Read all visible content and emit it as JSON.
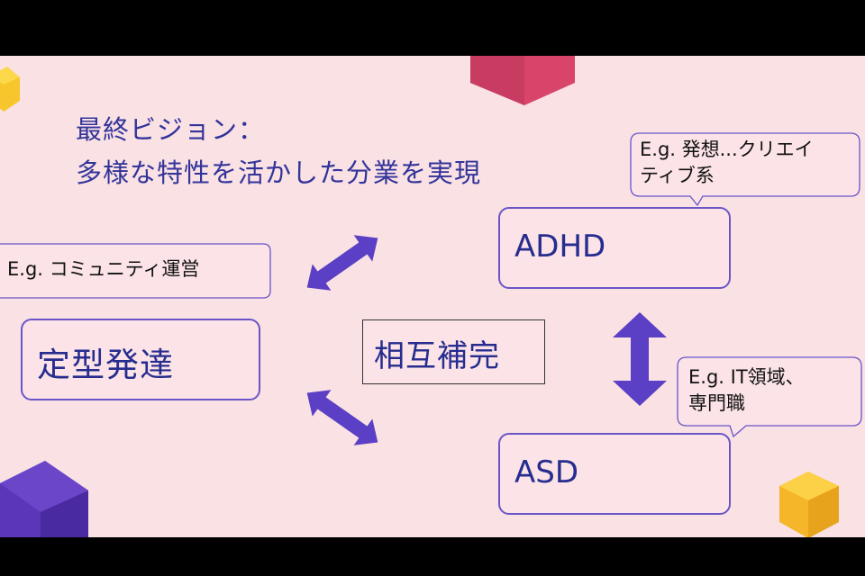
{
  "title": {
    "line1": "最終ビジョン：",
    "line2": "多様な特性を活かした分業を実現"
  },
  "nodes": {
    "typical": "定型発達",
    "adhd": "ADHD",
    "asd": "ASD",
    "center": "相互補完"
  },
  "callouts": {
    "typical": "E.g. コミュニティ運営",
    "adhd_line1": "E.g. 発想...クリエイ",
    "adhd_line2": "ティブ系",
    "asd_line1": "E.g.  IT領域、",
    "asd_line2": "専門職"
  },
  "colors": {
    "background": "#f9e1e4",
    "arrow": "#5b3fc4",
    "node_border": "#6a55c8",
    "text": "#262d8e"
  }
}
